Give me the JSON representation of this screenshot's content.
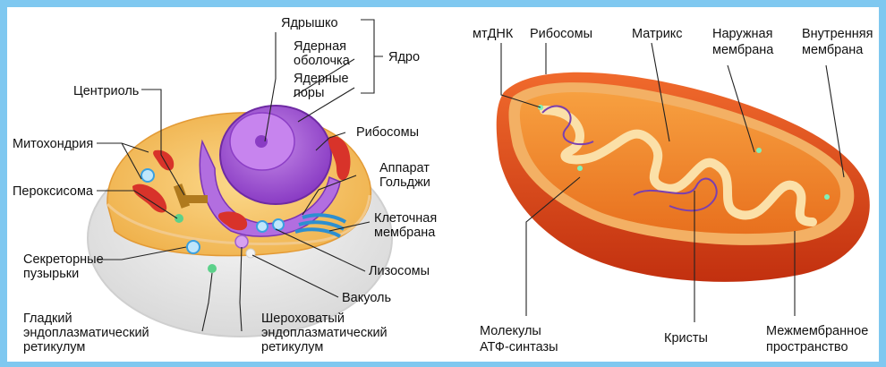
{
  "cell": {
    "labels": {
      "nucleolus": "Ядрышко",
      "nuclear_envelope_1": "Ядерная",
      "nuclear_envelope_2": "оболочка",
      "nuclear_pores_1": "Ядерные",
      "nuclear_pores_2": "поры",
      "nucleus": "Ядро",
      "centriole": "Центриоль",
      "mitochondrion": "Митохондрия",
      "peroxisome": "Пероксисома",
      "ribosomes": "Рибосомы",
      "golgi_1": "Аппарат",
      "golgi_2": "Гольджи",
      "membrane_1": "Клеточная",
      "membrane_2": "мембрана",
      "secretory_1": "Секреторные",
      "secretory_2": "пузырьки",
      "lysosomes": "Лизосомы",
      "vacuole": "Вакуоль",
      "smooth_er_1": "Гладкий",
      "smooth_er_2": "эндоплазматический",
      "smooth_er_3": "ретикулум",
      "rough_er_1": "Шероховатый",
      "rough_er_2": "эндоплазматический",
      "rough_er_3": "ретикулум"
    }
  },
  "mito": {
    "labels": {
      "mtdna": "мтДНК",
      "ribosomes": "Рибосомы",
      "matrix": "Матрикс",
      "outer_1": "Наружная",
      "outer_2": "мембрана",
      "inner_1": "Внутренняя",
      "inner_2": "мембрана",
      "atp_1": "Молекулы",
      "atp_2": "АТФ-синтазы",
      "cristae": "Кристы",
      "intermembrane_1": "Межмембранное",
      "intermembrane_2": "пространство"
    }
  },
  "colors": {
    "background_border": "#7fc8f0",
    "cell_outer": "#ececec",
    "cytoplasm": "#f7c463",
    "nucleus": "#a45ad6",
    "mito_outer": "#d9421a",
    "mito_inner": "#f08a2a",
    "dna": "#7a3fb0"
  }
}
